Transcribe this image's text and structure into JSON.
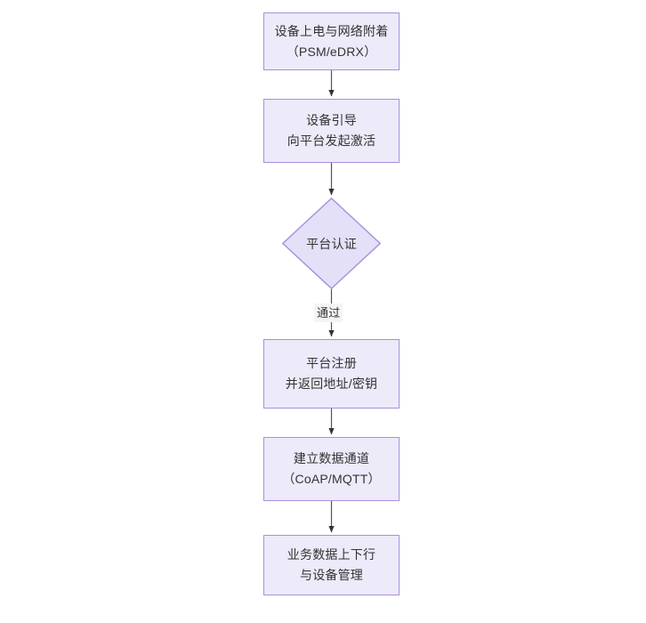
{
  "diagram": {
    "type": "flowchart",
    "orientation": "top-to-bottom",
    "colors": {
      "node_fill": "#EDEAFA",
      "node_border": "#A98FD9",
      "node_text": "#333333",
      "connector": "#555555",
      "edge_label_bg": "#F4F4F4",
      "canvas_bg": "#FFFFFF"
    },
    "nodes": [
      {
        "id": "node-power",
        "shape": "rectangle",
        "lines": [
          "设备上电与网络附着",
          "（PSM/eDRX）"
        ]
      },
      {
        "id": "node-boot",
        "shape": "rectangle",
        "lines": [
          "设备引导",
          "向平台发起激活"
        ]
      },
      {
        "id": "node-auth",
        "shape": "diamond",
        "lines": [
          "平台认证"
        ]
      },
      {
        "id": "node-reg",
        "shape": "rectangle",
        "lines": [
          "平台注册",
          "并返回地址/密钥"
        ]
      },
      {
        "id": "node-channel",
        "shape": "rectangle",
        "lines": [
          "建立数据通道",
          "（CoAP/MQTT）"
        ]
      },
      {
        "id": "node-data",
        "shape": "rectangle",
        "lines": [
          "业务数据上下行",
          "与设备管理"
        ]
      }
    ],
    "edges": [
      {
        "id": "edge-1",
        "from": "node-power",
        "to": "node-boot",
        "label": ""
      },
      {
        "id": "edge-2",
        "from": "node-boot",
        "to": "node-auth",
        "label": ""
      },
      {
        "id": "edge-3",
        "from": "node-auth",
        "to": "node-reg",
        "label": "通过"
      },
      {
        "id": "edge-4",
        "from": "node-reg",
        "to": "node-channel",
        "label": ""
      },
      {
        "id": "edge-5",
        "from": "node-channel",
        "to": "node-data",
        "label": ""
      }
    ]
  }
}
